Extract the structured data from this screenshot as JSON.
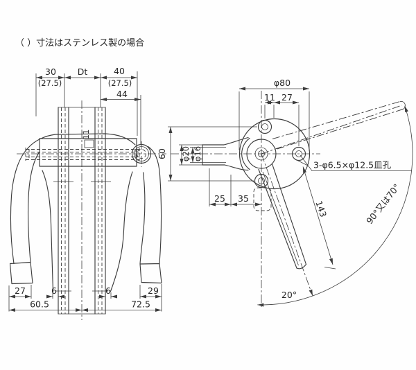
{
  "title_note": "（ ）寸法はステンレス製の場合",
  "front": {
    "dim_30": "30",
    "dim_dt": "Dt",
    "dim_40": "40",
    "dim_275_left": "(27.5)",
    "dim_275_right": "(27.5)",
    "dim_44": "44",
    "dim_11_square": "11",
    "dim_27": "27",
    "dim_6_left": "6",
    "dim_6_right": "6",
    "dim_29": "29",
    "dim_605": "60.5",
    "dim_725": "72.5"
  },
  "side": {
    "dim_dia80": "φ80",
    "dim_11": "11",
    "dim_27": "27",
    "dim_60": "60",
    "dim_dia20": "φ20",
    "dim_dia16": "φ16",
    "dim_25": "25",
    "dim_35": "35",
    "dim_143": "143",
    "dim_20deg": "20°",
    "dim_swing": "90°又は70°",
    "note_holes": "3-φ6.5×φ12.5皿孔"
  },
  "colors": {
    "line": "#3d3d3d",
    "text": "#262626",
    "bg": "#fefefe"
  }
}
